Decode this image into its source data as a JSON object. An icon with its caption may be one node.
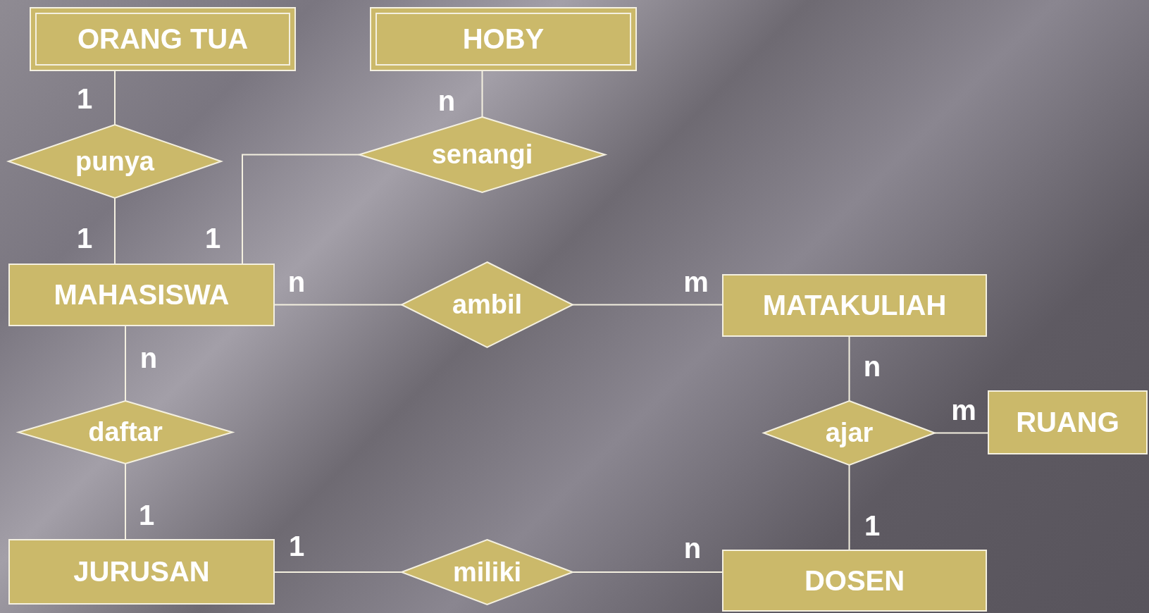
{
  "diagram": {
    "nodes": [
      {
        "text": [
          "ORANG TUA"
        ]
      },
      {
        "text": [
          "HOBY"
        ]
      },
      {
        "text": [
          "punya"
        ]
      },
      {
        "text": [
          "senangi"
        ]
      },
      {
        "text": [
          "MAHASISWA"
        ]
      },
      {
        "text": [
          "ambil"
        ]
      },
      {
        "text": [
          "MATAKULIAH"
        ]
      },
      {
        "text": [
          "daftar"
        ]
      },
      {
        "text": [
          "ajar"
        ]
      },
      {
        "text": [
          "RUANG"
        ]
      },
      {
        "text": [
          "JURUSAN"
        ]
      },
      {
        "text": [
          "miliki"
        ]
      },
      {
        "text": [
          "DOSEN"
        ]
      }
    ],
    "edges": [
      {
        "from": 0,
        "to": 2,
        "arrow": "none"
      },
      {
        "from": 2,
        "to": 4,
        "arrow": "none"
      },
      {
        "from": 1,
        "to": 3,
        "arrow": "none"
      },
      {
        "from": 3,
        "to": 4,
        "arrow": "none"
      },
      {
        "from": 4,
        "to": 5,
        "arrow": "none"
      },
      {
        "from": 5,
        "to": 6,
        "arrow": "none"
      },
      {
        "from": 4,
        "to": 7,
        "arrow": "none"
      },
      {
        "from": 7,
        "to": 10,
        "arrow": "none"
      },
      {
        "from": 6,
        "to": 8,
        "arrow": "none"
      },
      {
        "from": 8,
        "to": 9,
        "arrow": "none"
      },
      {
        "from": 8,
        "to": 12,
        "arrow": "none"
      },
      {
        "from": 10,
        "to": 11,
        "arrow": "none"
      },
      {
        "from": 11,
        "to": 12,
        "arrow": "none"
      }
    ],
    "labels": [
      "1",
      "n",
      "1",
      "1",
      "n",
      "m",
      "n",
      "n",
      "m",
      "1",
      "1",
      "1",
      "n"
    ]
  }
}
